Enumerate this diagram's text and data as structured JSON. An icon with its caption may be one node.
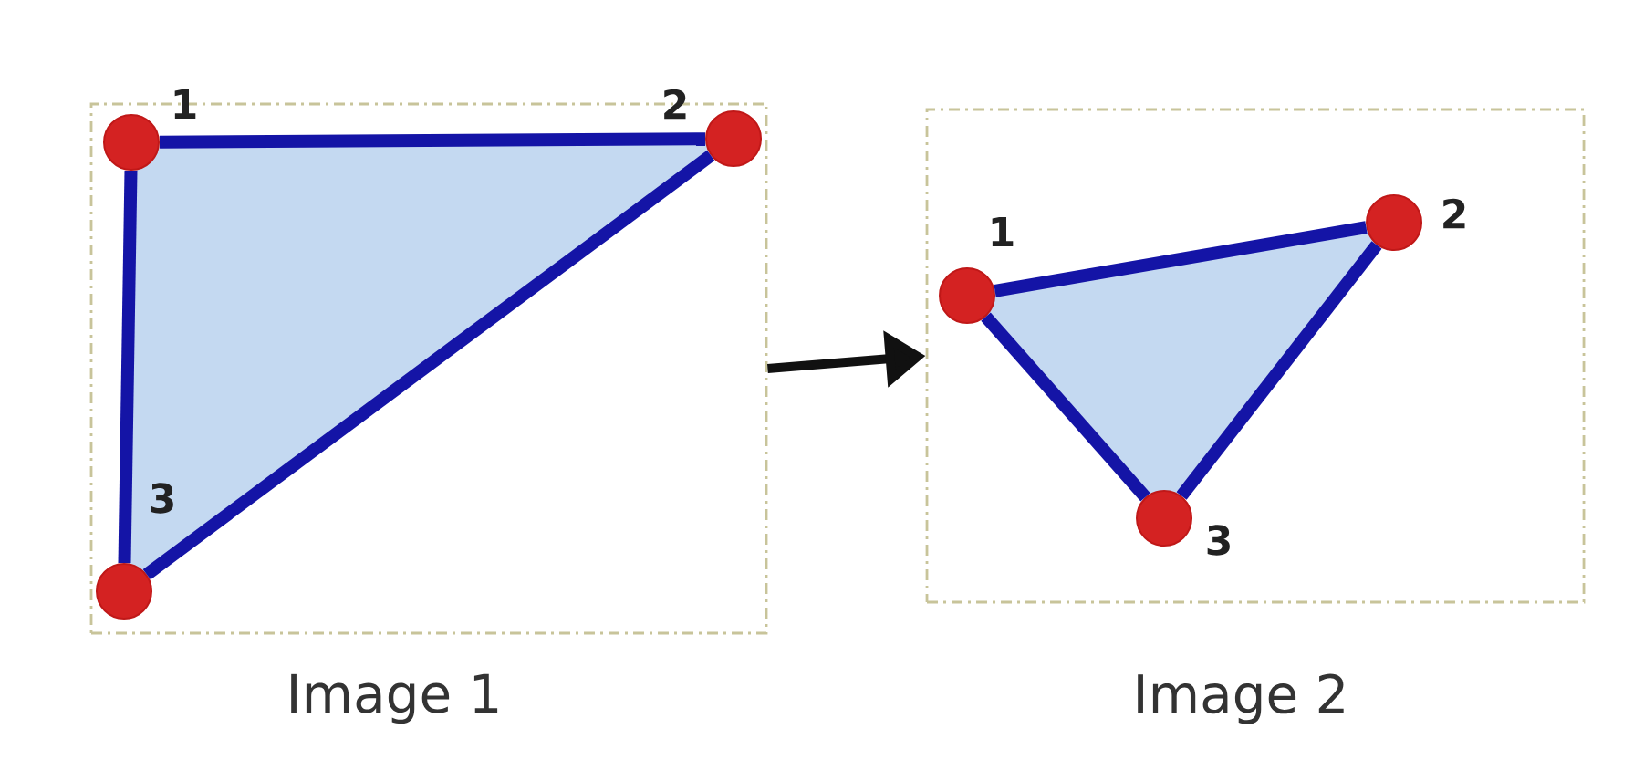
{
  "diagram": {
    "nodes": [
      {
        "text": [],
        "shape": "box",
        "beside": [
          "Image 1"
        ]
      },
      {
        "text": [],
        "shape": "circle",
        "in": 0,
        "beside": [
          "1"
        ]
      },
      {
        "text": [],
        "shape": "circle",
        "in": 0,
        "beside": [
          "2"
        ]
      },
      {
        "text": [],
        "shape": "circle",
        "in": 0,
        "beside": [
          "3"
        ]
      },
      {
        "text": [],
        "shape": "box",
        "beside": [
          "Image 2"
        ]
      },
      {
        "text": [],
        "shape": "circle",
        "in": 4,
        "beside": [
          "1"
        ]
      },
      {
        "text": [],
        "shape": "circle",
        "in": 4,
        "beside": [
          "2"
        ]
      },
      {
        "text": [],
        "shape": "circle",
        "in": 4,
        "beside": [
          "3"
        ]
      }
    ],
    "edges": [
      {
        "from": 1,
        "to": 2,
        "arrow": "none"
      },
      {
        "from": 2,
        "to": 3,
        "arrow": "none"
      },
      {
        "from": 3,
        "to": 1,
        "arrow": "none"
      },
      {
        "from": 0,
        "to": 4,
        "arrow": "to",
        "color": "#111111"
      },
      {
        "from": 5,
        "to": 6,
        "arrow": "none"
      },
      {
        "from": 6,
        "to": 7,
        "arrow": "none"
      },
      {
        "from": 7,
        "to": 5,
        "arrow": "none"
      }
    ]
  }
}
